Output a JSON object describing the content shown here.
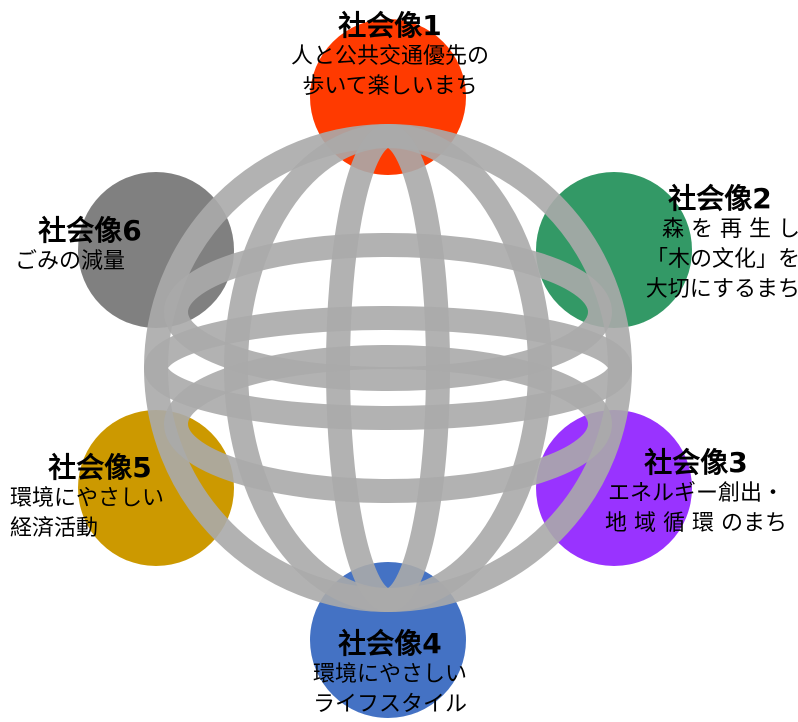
{
  "nodes": [
    {
      "id": 1,
      "title": "社会像1",
      "lines": [
        "人と公共交通優先の",
        "歩いて楽しいまち"
      ],
      "color": "#ff3a00"
    },
    {
      "id": 2,
      "title": "社会像2",
      "lines": [
        "森 を 再 生 し",
        "「木の文化」を",
        "大切にするまち"
      ],
      "color": "#339966"
    },
    {
      "id": 3,
      "title": "社会像3",
      "lines": [
        "エネルギー創出・",
        "地 域 循 環 のまち"
      ],
      "color": "#9933ff"
    },
    {
      "id": 4,
      "title": "社会像4",
      "lines": [
        "環境にやさしい",
        "ライフスタイル"
      ],
      "color": "#4472c4"
    },
    {
      "id": 5,
      "title": "社会像5",
      "lines": [
        "環境にやさしい",
        "経済活動"
      ],
      "color": "#cc9900"
    },
    {
      "id": 6,
      "title": "社会像6",
      "lines": [
        "ごみの減量"
      ],
      "color": "#808080"
    }
  ],
  "globe": {
    "stroke_color": "#aaaaaa",
    "opacity": 0.9
  }
}
